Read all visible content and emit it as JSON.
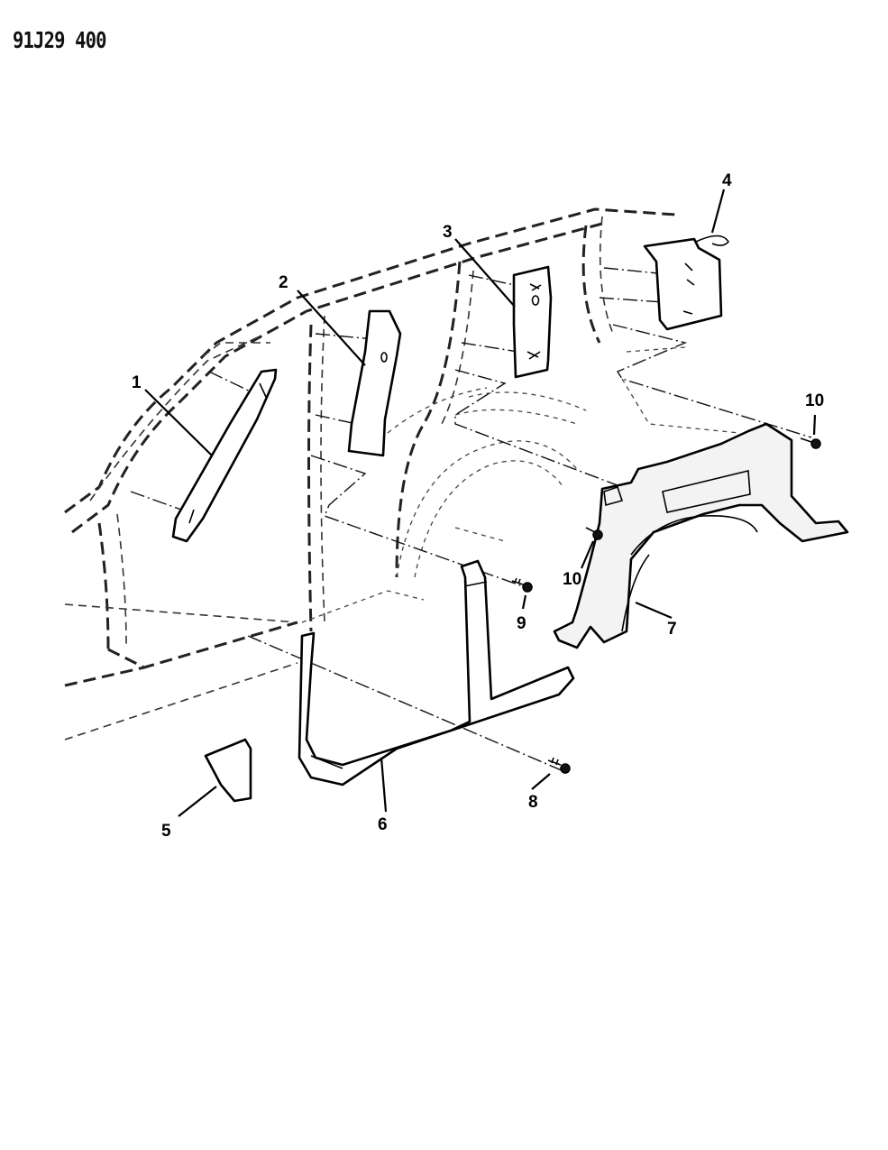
{
  "diagram_code": "91J29 400",
  "callouts": {
    "c1": "1",
    "c2": "2",
    "c3": "3",
    "c4": "4",
    "c5": "5",
    "c6": "6",
    "c7": "7",
    "c8": "8",
    "c9": "9",
    "c10a": "10",
    "c10b": "10"
  }
}
